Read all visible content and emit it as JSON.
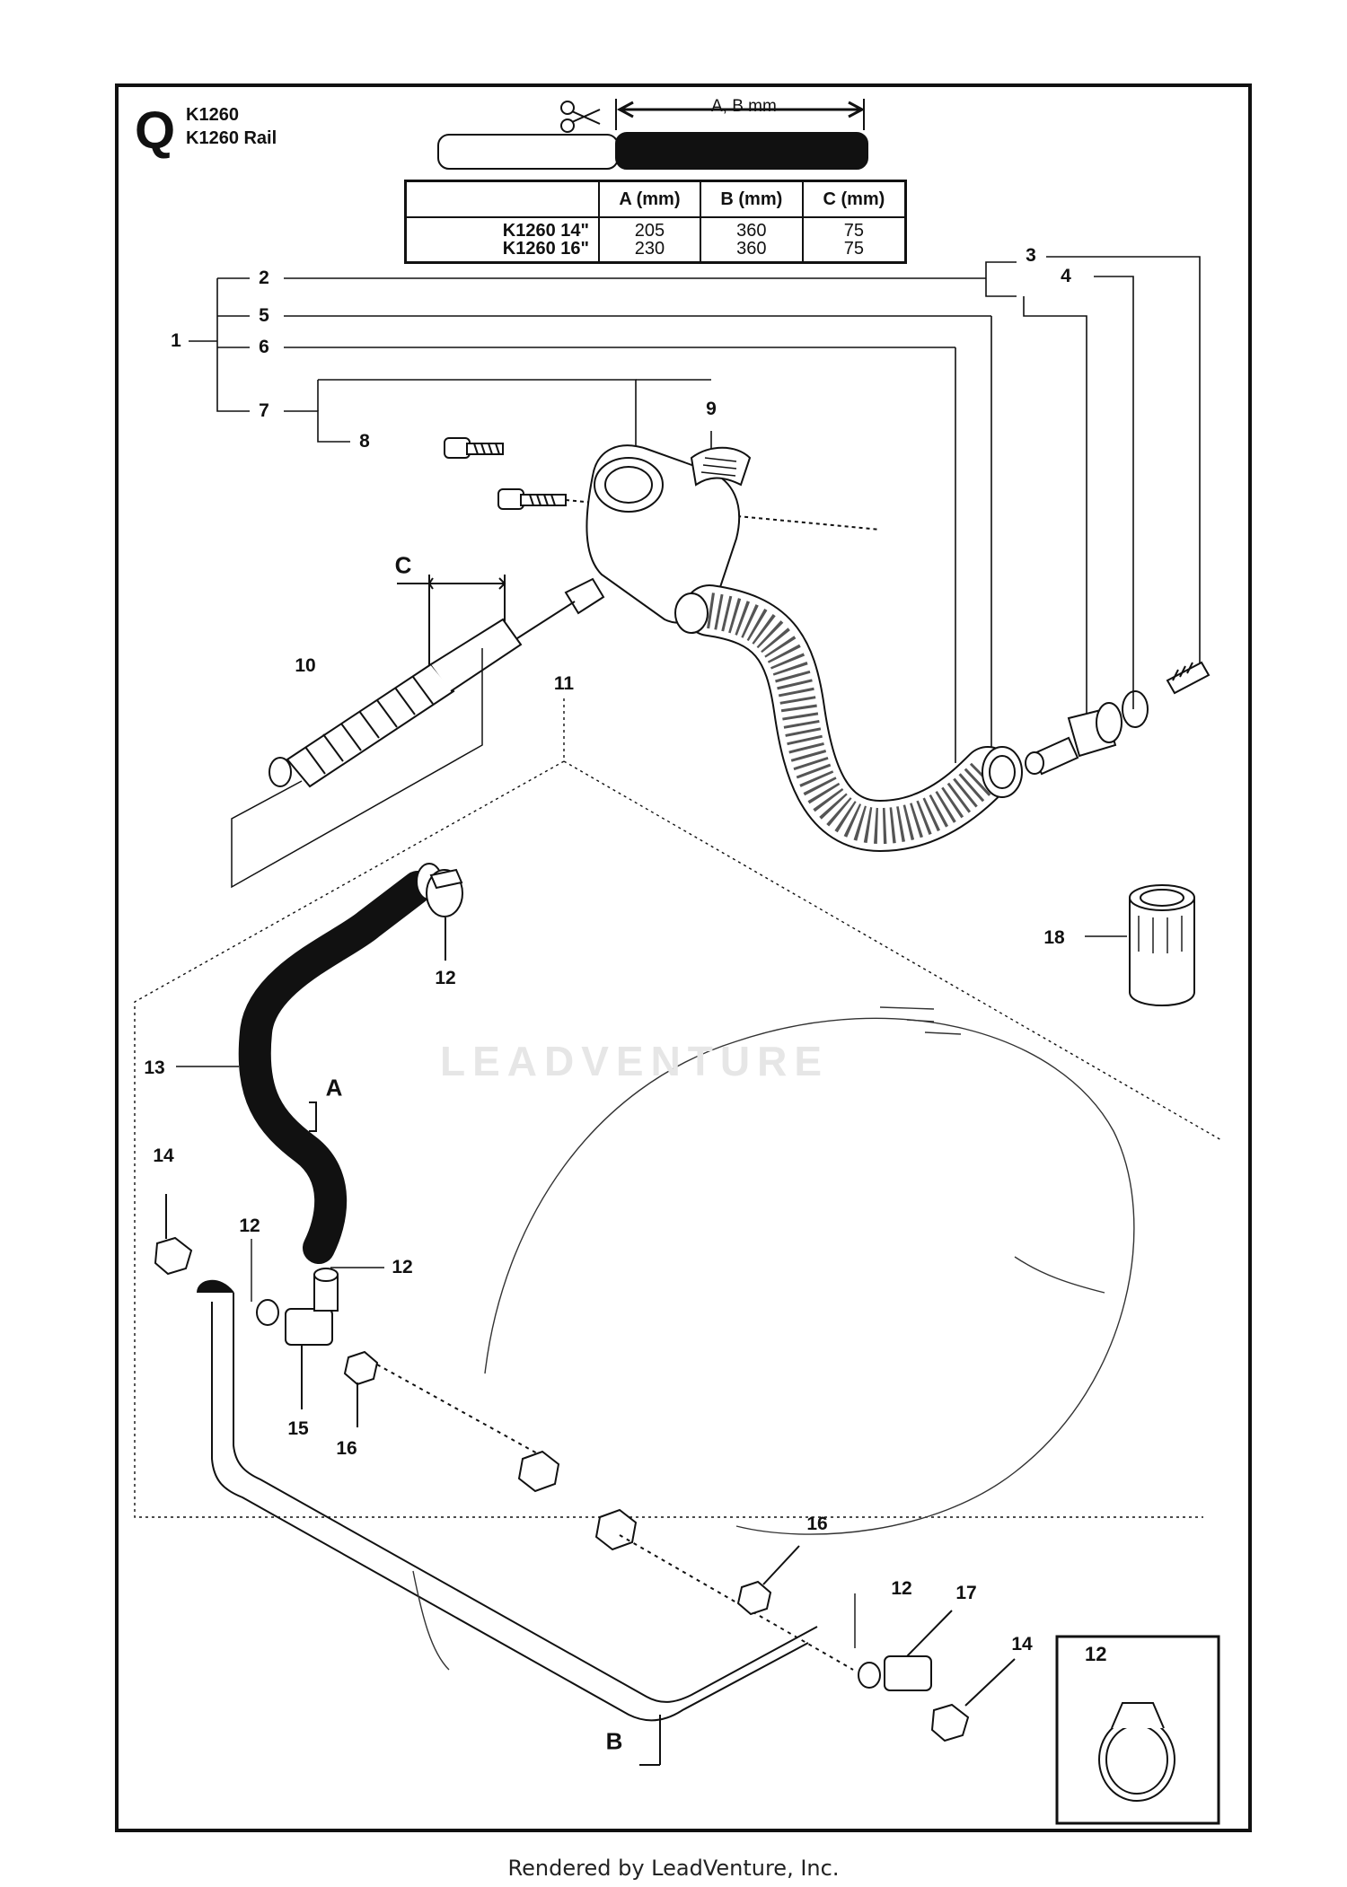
{
  "section": {
    "letter": "Q",
    "models": [
      "K1260",
      "K1260 Rail"
    ]
  },
  "dimension_header": "A, B mm",
  "table": {
    "columns": [
      "",
      "A (mm)",
      "B (mm)",
      "C (mm)"
    ],
    "rows": [
      {
        "model": "K1260 14\"",
        "a": "205",
        "b": "360",
        "c": "75"
      },
      {
        "model": "K1260 16\"",
        "a": "230",
        "b": "360",
        "c": "75"
      }
    ]
  },
  "callouts": [
    "1",
    "2",
    "3",
    "4",
    "5",
    "6",
    "7",
    "8",
    "9",
    "10",
    "11",
    "12",
    "12",
    "12",
    "12",
    "12",
    "13",
    "14",
    "14",
    "15",
    "16",
    "16",
    "17",
    "18"
  ],
  "dimension_letters": [
    "A",
    "B",
    "C"
  ],
  "inset_label": "12",
  "watermark": "LEADVENTURE",
  "footer": "Rendered by LeadVenture, Inc."
}
